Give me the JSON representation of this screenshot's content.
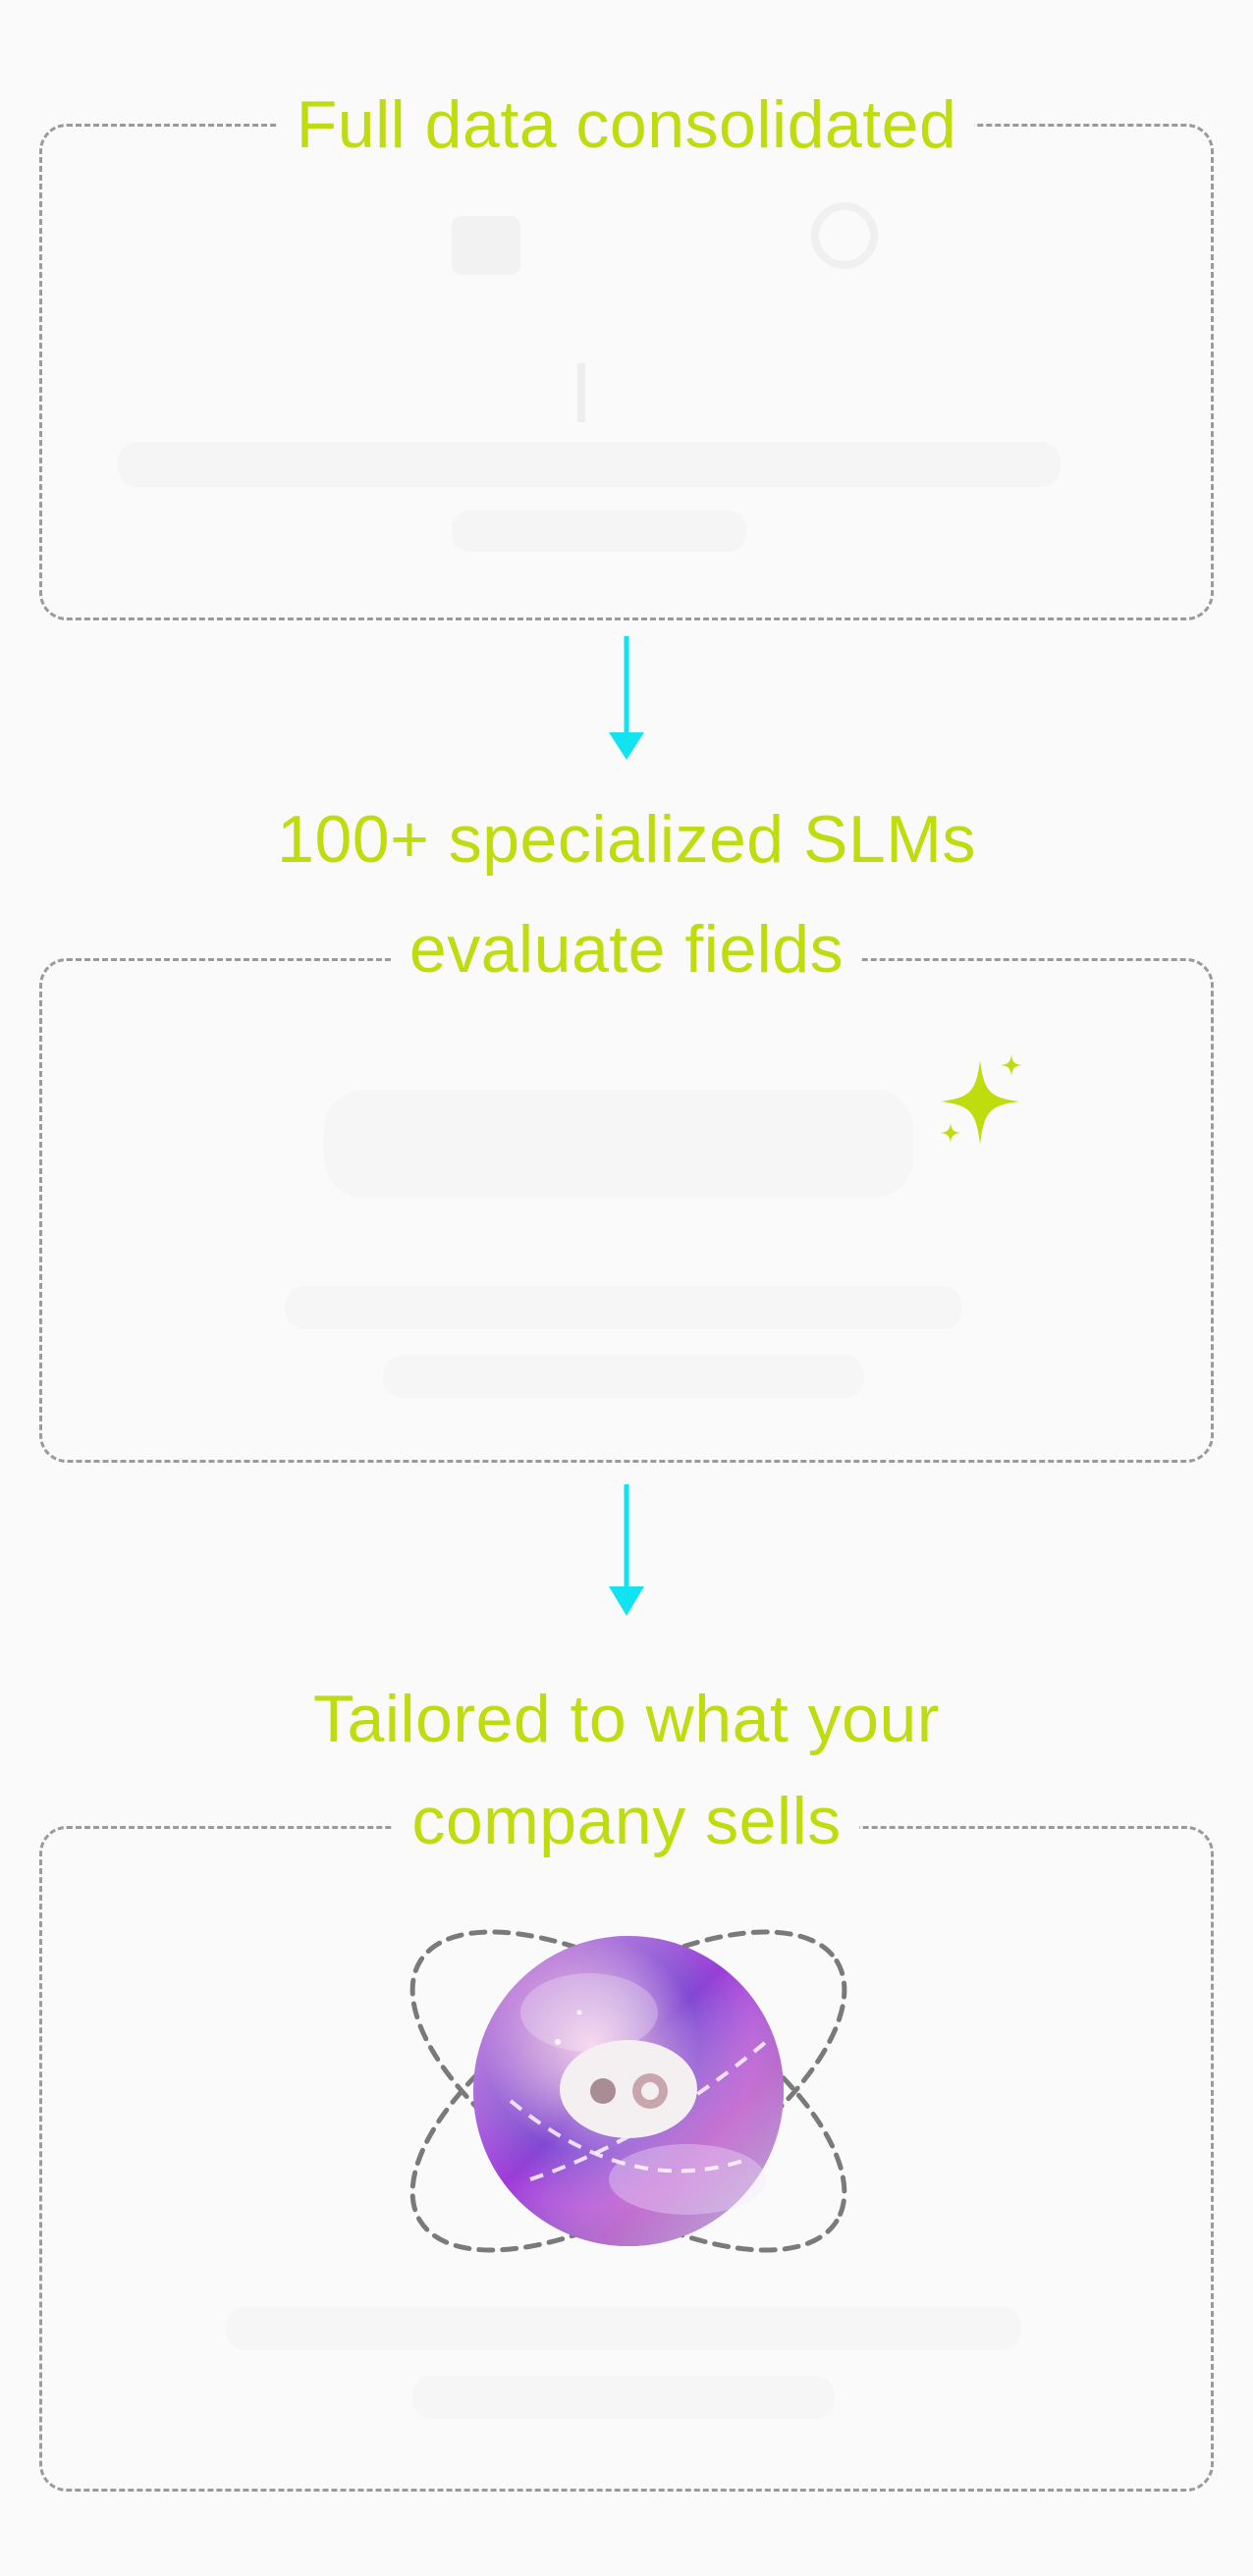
{
  "colors": {
    "accent": "#bfdc0f",
    "arrow": "#12e3f0",
    "dash": "#9a9a9a",
    "background": "#fafafa"
  },
  "steps": [
    {
      "title_line1": "Full data consolidated",
      "title_line2": ""
    },
    {
      "title_line1": "100+ specialized SLMs",
      "title_line2": "evaluate fields"
    },
    {
      "title_line1": "Tailored to what your",
      "title_line2": "company sells"
    }
  ],
  "icons": {
    "arrow_1": "arrow-down-icon",
    "arrow_2": "arrow-down-icon",
    "sparkle": "sparkle-icon",
    "orb": "orb-logo-icon"
  }
}
